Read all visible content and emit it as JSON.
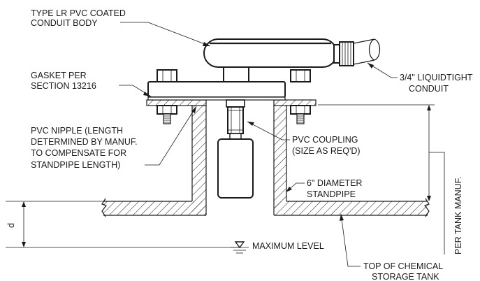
{
  "labels": {
    "conduit_body": [
      "TYPE LR PVC COATED",
      "CONDUIT BODY"
    ],
    "gasket": [
      "GASKET PER",
      "SECTION 13216"
    ],
    "liquidtight": [
      "3/4\" LIQUIDTIGHT",
      "CONDUIT"
    ],
    "pvc_nipple": [
      "PVC NIPPLE (LENGTH",
      "DETERMINED BY MANUF.",
      "TO COMPENSATE FOR",
      "STANDPIPE LENGTH)"
    ],
    "pvc_coupling": [
      "PVC COUPLING",
      "(SIZE AS REQ'D)"
    ],
    "standpipe": [
      "6\" DIAMETER",
      "STANDPIPE"
    ],
    "per_tank": "PER TANK MANUF.",
    "dimension_d": "d",
    "maximum_level": "MAXIMUM LEVEL",
    "tank_top": [
      "TOP OF CHEMICAL",
      "STORAGE TANK"
    ]
  }
}
